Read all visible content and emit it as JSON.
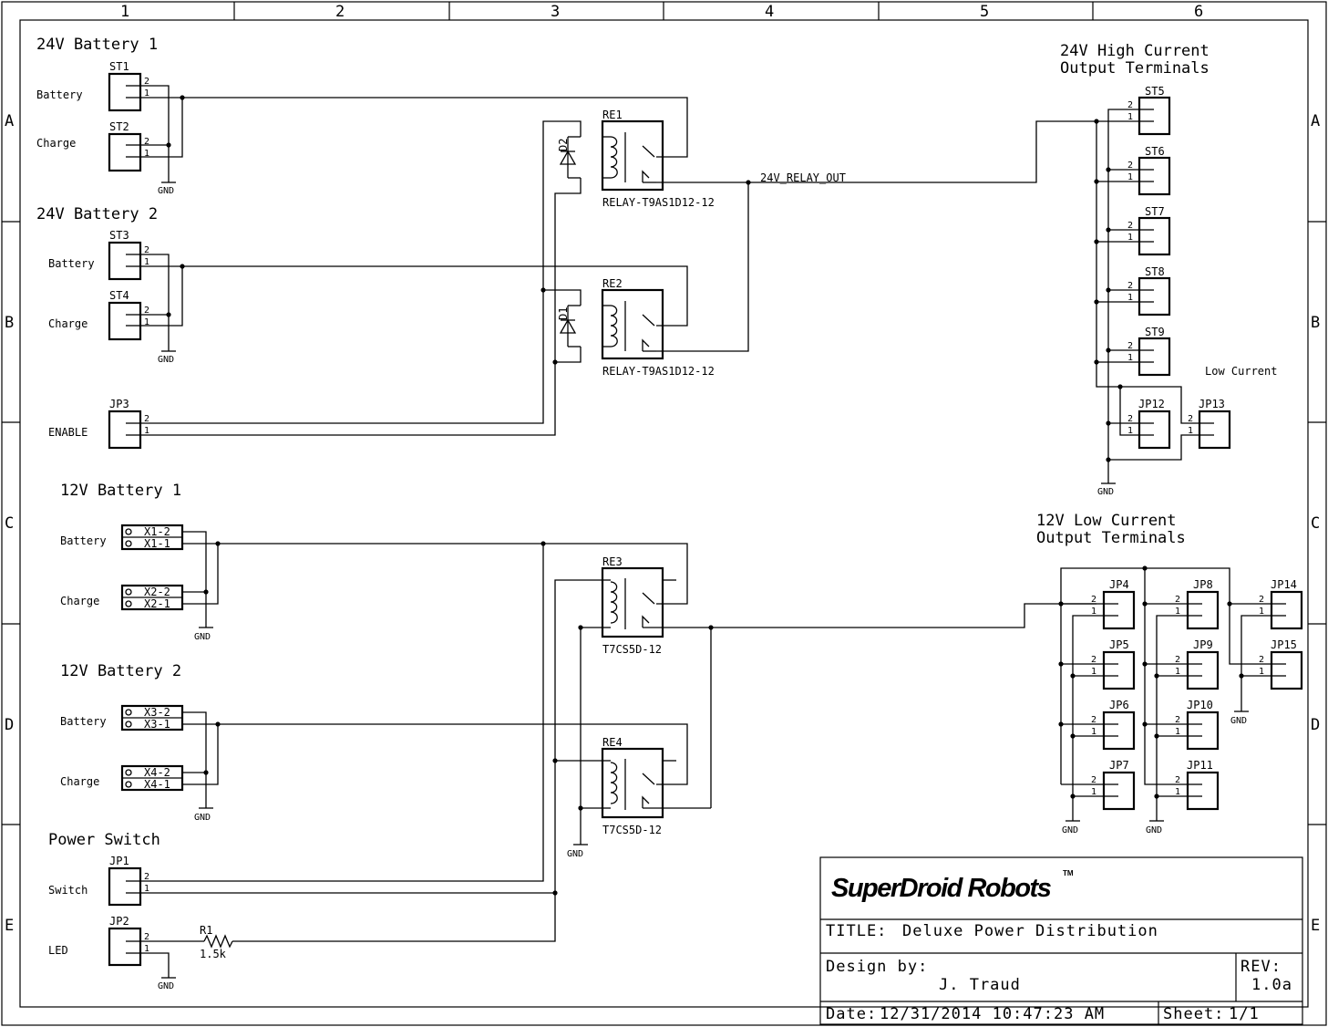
{
  "frame": {
    "columns": [
      "1",
      "2",
      "3",
      "4",
      "5",
      "6"
    ],
    "rows": [
      "A",
      "B",
      "C",
      "D",
      "E"
    ]
  },
  "headings": {
    "b24_1": "24V Battery 1",
    "b24_2": "24V Battery 2",
    "b12_1": "12V Battery 1",
    "b12_2": "12V Battery 2",
    "power_switch": "Power Switch",
    "hc_line1": "24V High Current",
    "hc_line2": "Output Terminals",
    "lc_line1": "12V Low Current",
    "lc_line2": "Output Terminals",
    "low_current": "Low Current"
  },
  "connectors": {
    "st1": {
      "ref": "ST1",
      "label": "Battery"
    },
    "st2": {
      "ref": "ST2",
      "label": "Charge"
    },
    "st3": {
      "ref": "ST3",
      "label": "Battery"
    },
    "st4": {
      "ref": "ST4",
      "label": "Charge"
    },
    "jp3": {
      "ref": "JP3",
      "label": "ENABLE"
    },
    "jp1": {
      "ref": "JP1",
      "label": "Switch"
    },
    "jp2": {
      "ref": "JP2",
      "label": "LED"
    },
    "st5": {
      "ref": "ST5"
    },
    "st6": {
      "ref": "ST6"
    },
    "st7": {
      "ref": "ST7"
    },
    "st8": {
      "ref": "ST8"
    },
    "st9": {
      "ref": "ST9"
    },
    "jp12": {
      "ref": "JP12"
    },
    "jp13": {
      "ref": "JP13"
    },
    "jp4": {
      "ref": "JP4"
    },
    "jp5": {
      "ref": "JP5"
    },
    "jp6": {
      "ref": "JP6"
    },
    "jp7": {
      "ref": "JP7"
    },
    "jp8": {
      "ref": "JP8"
    },
    "jp9": {
      "ref": "JP9"
    },
    "jp10": {
      "ref": "JP10"
    },
    "jp11": {
      "ref": "JP11"
    },
    "jp14": {
      "ref": "JP14"
    },
    "jp15": {
      "ref": "JP15"
    }
  },
  "screw_terminals": {
    "x1": {
      "label": "Battery",
      "pin2": "X1-2",
      "pin1": "X1-1"
    },
    "x2": {
      "label": "Charge",
      "pin2": "X2-2",
      "pin1": "X2-1"
    },
    "x3": {
      "label": "Battery",
      "pin2": "X3-2",
      "pin1": "X3-1"
    },
    "x4": {
      "label": "Charge",
      "pin2": "X4-2",
      "pin1": "X4-1"
    }
  },
  "relays": {
    "re1": {
      "ref": "RE1",
      "value": "RELAY-T9AS1D12-12"
    },
    "re2": {
      "ref": "RE2",
      "value": "RELAY-T9AS1D12-12"
    },
    "re3": {
      "ref": "RE3",
      "value": "T7CS5D-12"
    },
    "re4": {
      "ref": "RE4",
      "value": "T7CS5D-12"
    }
  },
  "diodes": {
    "d1": "D1",
    "d2": "D2"
  },
  "resistor": {
    "ref": "R1",
    "value": "1.5k"
  },
  "nets": {
    "relay_out": "24V_RELAY_OUT",
    "gnd": "GND"
  },
  "pins": {
    "one": "1",
    "two": "2"
  },
  "title_block": {
    "company": "SuperDroid Robots",
    "tm": "TM",
    "title_label": "TITLE:",
    "title": "Deluxe Power Distribution",
    "design_label": "Design by:",
    "designer": "J. Traud",
    "rev_label": "REV:",
    "rev": "1.0a",
    "date_label": "Date:",
    "date": "12/31/2014 10:47:23 AM",
    "sheet_label": "Sheet:",
    "sheet": "1/1"
  }
}
